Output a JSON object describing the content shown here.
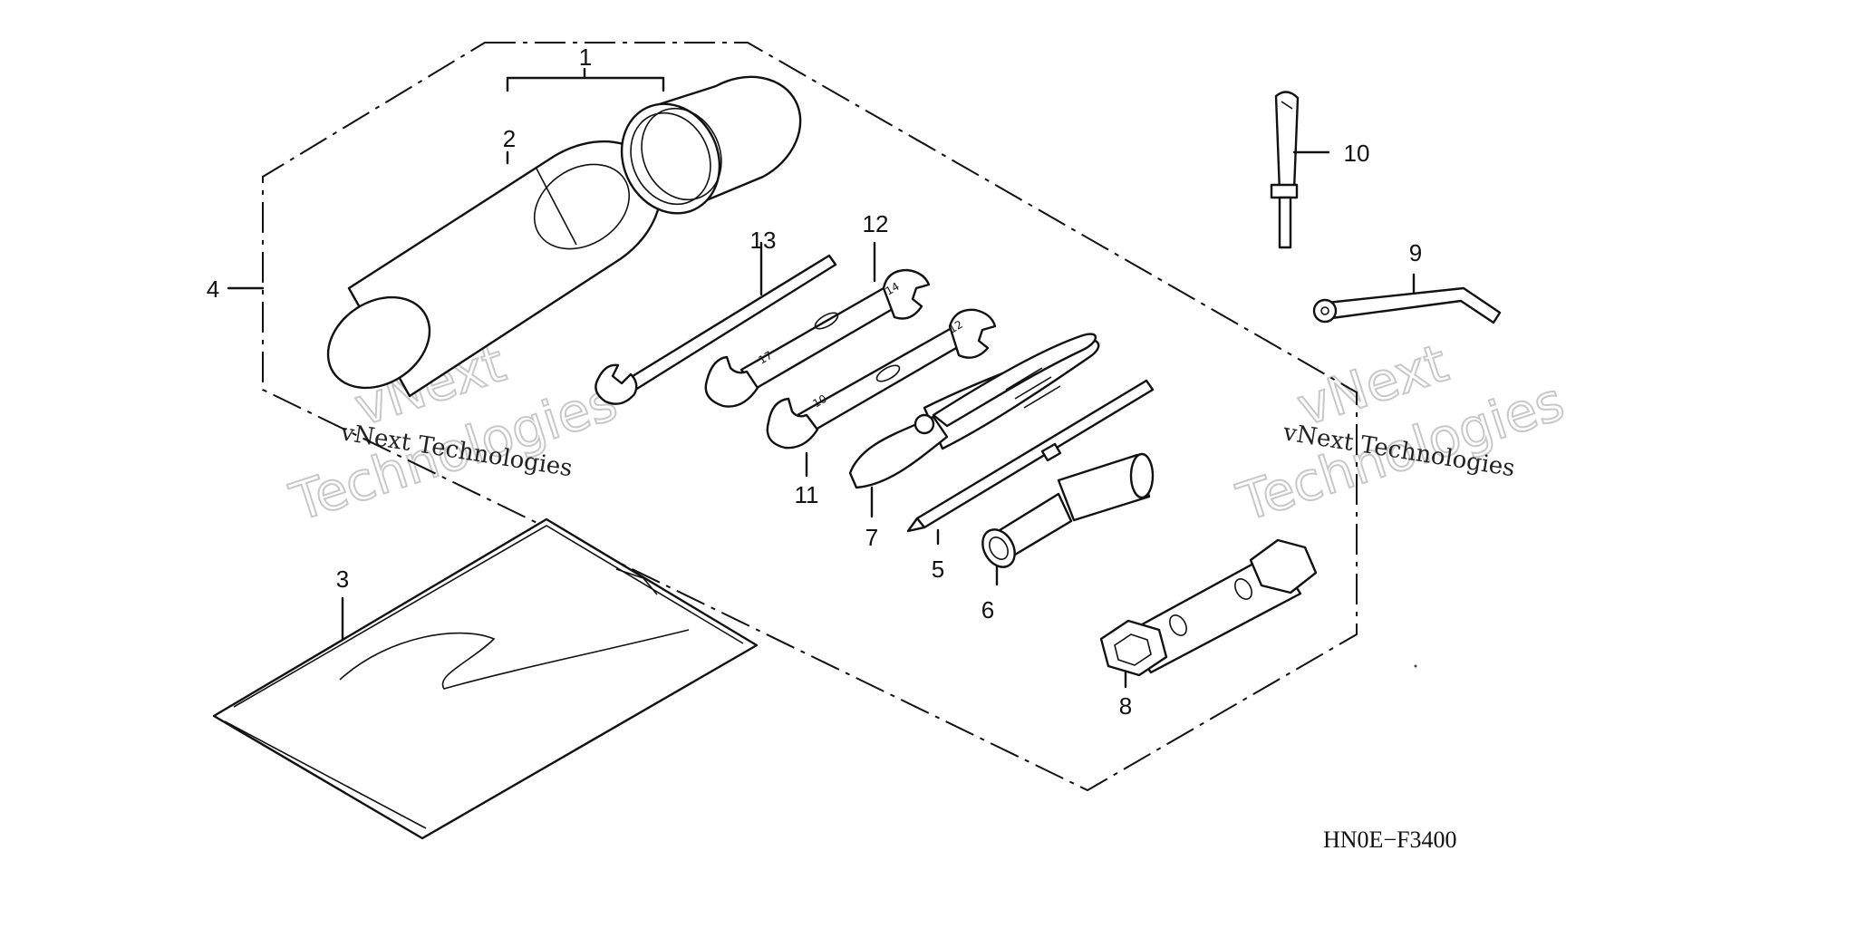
{
  "diagram_code": "HN0E−F3400",
  "callouts": {
    "c1": "1",
    "c2": "2",
    "c3": "3",
    "c4": "4",
    "c5": "5",
    "c6": "6",
    "c7": "7",
    "c8": "8",
    "c9": "9",
    "c10": "10",
    "c11": "11",
    "c12": "12",
    "c13": "13"
  },
  "watermark": {
    "line1": "vNext",
    "line2": "Technologies",
    "small": "vNext Technologies"
  }
}
